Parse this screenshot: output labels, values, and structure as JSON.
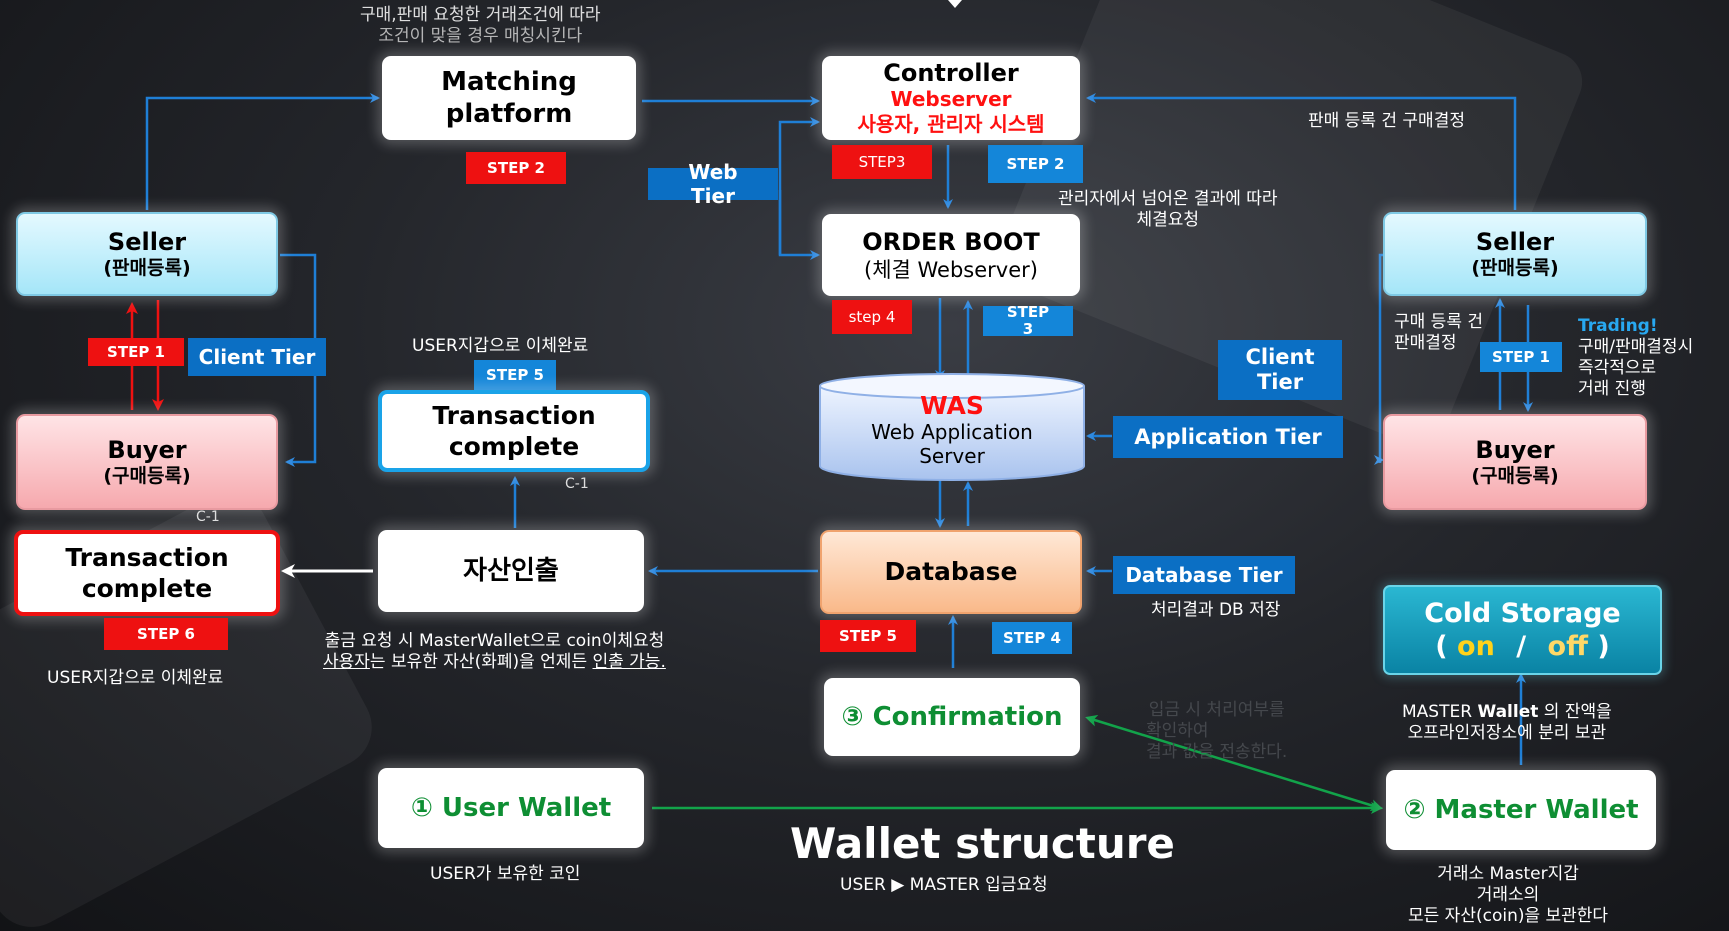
{
  "diagram_title": "Wallet structure",
  "diagram_subtitle": "USER ▶ MASTER 입금요청",
  "boxes": {
    "matching": {
      "line1": "Matching",
      "line2": "platform"
    },
    "controller": {
      "title": "Controller",
      "line2": "Webserver",
      "line3": "사용자, 관리자 시스템"
    },
    "order_boot": {
      "title": "ORDER BOOT",
      "sub": "(체결 Webserver)"
    },
    "was": {
      "title": "WAS",
      "line2": "Web Application",
      "line3": "Server"
    },
    "database": {
      "title": "Database"
    },
    "confirmation": {
      "num": "③",
      "label": "Confirmation"
    },
    "user_wallet": {
      "num": "①",
      "label": "User Wallet"
    },
    "master_wallet": {
      "num": "②",
      "label": "Master Wallet"
    },
    "withdraw": {
      "title": "자산인출"
    },
    "tx_center": {
      "line1": "Transaction",
      "line2": "complete"
    },
    "tx_left": {
      "line1": "Transaction",
      "line2": "complete"
    },
    "seller_left": {
      "title": "Seller",
      "sub": "(판매등록)"
    },
    "buyer_left": {
      "title": "Buyer",
      "sub": "(구매등록)"
    },
    "seller_right": {
      "title": "Seller",
      "sub": "(판매등록)"
    },
    "buyer_right": {
      "title": "Buyer",
      "sub": "(구매등록)"
    },
    "cold_storage": {
      "title": "Cold Storage",
      "open": "(",
      "on": "on",
      "slash": "/",
      "off": "off",
      "close": ")"
    }
  },
  "tags": {
    "step2_matching": "STEP 2",
    "step3_controller": "STEP3",
    "step2_controller": "STEP 2",
    "step4_order": "step 4",
    "step3_order": "STEP 3",
    "step1_left": "STEP 1",
    "step5_center": "STEP 5",
    "step6_left": "STEP 6",
    "step5_db": "STEP 5",
    "step4_db": "STEP 4",
    "step1_right": "STEP 1",
    "c1_center": "C-1",
    "c1_left": "C-1"
  },
  "tiers": {
    "web": "Web Tier",
    "client_left": "Client Tier",
    "client_right": "Client Tier",
    "application": "Application Tier",
    "database": "Database Tier"
  },
  "notes": {
    "top_faded_1": "구매,판매 요청한 거래조건에 따라",
    "top_faded_2": "조건이 맞을 경우 매칭시킨다",
    "sell_decision": "판매 등록 건 구매결정",
    "admin_result_1": "관리자에서 넘어온 결과에 따라",
    "admin_result_2": "체결요청",
    "buy_decision_1": "구매 등록 건",
    "buy_decision_2": "판매결정",
    "trading_title": "Trading!",
    "trading_1": "구매/판매결정시",
    "trading_2": "즉각적으로",
    "trading_3": "거래 진행",
    "user_transfer_center": "USER지갑으로 이체완료",
    "user_transfer_left": "USER지갑으로 이체완료",
    "withdraw_1": "출금 요청 시 MasterWallet으로 coin이체요청",
    "withdraw_2a": "사용자",
    "withdraw_2b": "는 보유한 자산(화폐)을 언제든 ",
    "withdraw_2c": "인출 가능.",
    "db_save": "처리결과 DB 저장",
    "deposit_1": "입금 시 처리여부를",
    "deposit_2": "확인하여",
    "deposit_3": "결과 값을 전송한다.",
    "master_sep_1a": "MASTER ",
    "master_sep_1b": "Wallet",
    "master_sep_1c": " 의 잔액을",
    "master_sep_2": "오프라인저장소에 분리 보관",
    "user_coin": "USER가 보유한 코인",
    "master_keep_1": "거래소 Master지갑",
    "master_keep_2": "거래소의",
    "master_keep_3": "모든 자산(coin)을 보관한다"
  },
  "colors": {
    "flow_blue": "#1f7fd6",
    "step_red": "#ee1111",
    "tier_blue": "#0b6fc4",
    "green_flow": "#12a34a",
    "warn_red": "#ff1010"
  }
}
